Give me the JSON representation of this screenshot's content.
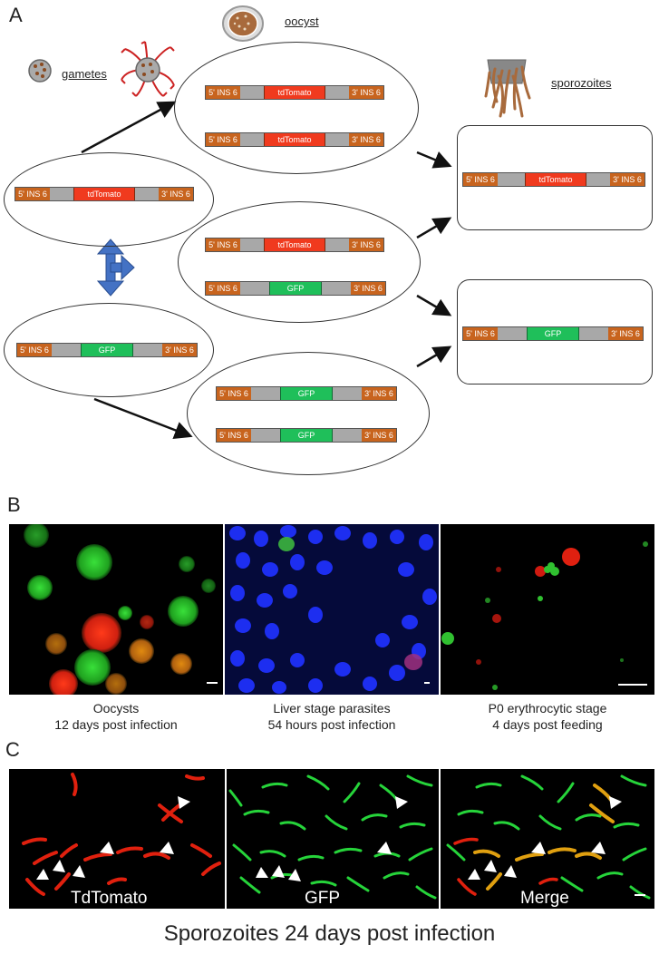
{
  "panel_a": {
    "letter": "A",
    "labels": {
      "gametes": "gametes",
      "oocyst": "oocyst",
      "sporozoites": "sporozoites"
    },
    "construct": {
      "left": "5' INS 6",
      "right": "3' INS 6",
      "red_gene": "tdTomato",
      "green_gene": "GFP"
    }
  },
  "panel_b": {
    "letter": "B",
    "captions": [
      {
        "line1": "Oocysts",
        "line2": "12 days post infection"
      },
      {
        "line1": "Liver stage parasites",
        "line2": "54 hours post infection"
      },
      {
        "line1": "P0 erythrocytic stage",
        "line2": "4 days post feeding"
      }
    ]
  },
  "panel_c": {
    "letter": "C",
    "labels": [
      "TdTomato",
      "GFP",
      "Merge"
    ],
    "caption": "Sporozoites 24 days post infection"
  },
  "colors": {
    "utr": "#c8641e",
    "spacer": "#a8a8a8",
    "tdtomato": "#f03a1e",
    "gfp": "#1fbf5a",
    "arrow_blue": "#4472c4"
  }
}
